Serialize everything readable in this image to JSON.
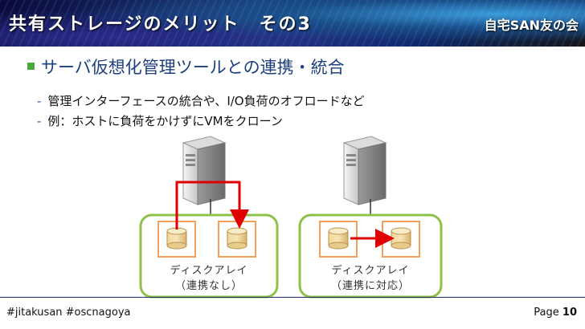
{
  "header": {
    "title": "共有ストレージのメリット　その3",
    "org": "自宅SAN友の会"
  },
  "content": {
    "bullet": "サーバ仮想化管理ツールとの連携・統合",
    "sub_items": [
      "管理インターフェースの統合や、I/O負荷のオフロードなど",
      "例：ホストに負荷をかけずにVMをクローン"
    ]
  },
  "diagram": {
    "left_array": {
      "label": "ディスクアレイ",
      "note": "（連携なし）"
    },
    "right_array": {
      "label": "ディスクアレイ",
      "note": "（連携に対応）"
    },
    "colors": {
      "panel_border": "#8fc14a",
      "disk_box": "#f5a05a",
      "arrow": "#e00000",
      "server": "#8a8a8a"
    }
  },
  "footer": {
    "hashtags": "#jitakusan #oscnagoya",
    "page_prefix": "Page",
    "page_number": "10"
  }
}
